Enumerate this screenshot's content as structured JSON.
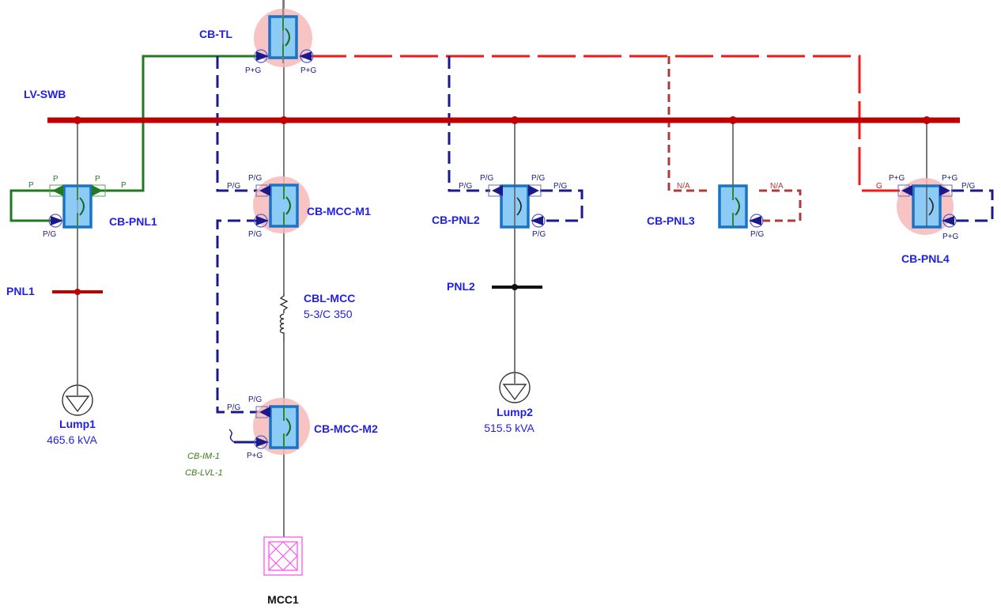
{
  "colors": {
    "bus": "#c00000",
    "wire": "#808080",
    "label": "#1f1fe6",
    "breaker_fill": "#8ccbf5",
    "breaker_border": "#1a73c4",
    "halo": "#f7b8b8",
    "interlock_green": "#217a21",
    "interlock_blue": "#1a1a8c",
    "interlock_red": "#f01818",
    "interlock_darkred": "#b03a3a",
    "mcc": "#ff55ee"
  },
  "buses": {
    "main": {
      "label": "LV-SWB"
    },
    "pnl1": {
      "label": "PNL1"
    },
    "pnl2": {
      "label": "PNL2"
    }
  },
  "breakers": {
    "cb_tl": {
      "label": "CB-TL",
      "tags": {
        "left": "P+G",
        "right": "P+G"
      }
    },
    "cb_pnl1": {
      "label": "CB-PNL1",
      "tags": {
        "top_left_outer": "P",
        "top_left": "P",
        "top_right": "P",
        "top_right_outer": "P",
        "bottom": "P/G"
      }
    },
    "cb_mcc_m1": {
      "label": "CB-MCC-M1",
      "tags": {
        "top_outer": "P/G",
        "top": "P/G",
        "bottom": "P/G"
      }
    },
    "cb_pnl2": {
      "label": "CB-PNL2",
      "tags": {
        "top_left_outer": "P/G",
        "top_left": "P/G",
        "top_right": "P/G",
        "top_right_outer": "P/G",
        "bottom": "P/G"
      }
    },
    "cb_pnl3": {
      "label": "CB-PNL3",
      "tags": {
        "left": "N/A",
        "right": "N/A",
        "bottom": "P/G"
      }
    },
    "cb_pnl4": {
      "label": "CB-PNL4",
      "tags": {
        "left_outer": "G",
        "top_left": "P+G",
        "top_right": "P+G",
        "top_right_outer": "P/G",
        "bottom": "P+G"
      }
    },
    "cb_mcc_m2": {
      "label": "CB-MCC-M2",
      "tags": {
        "top_outer": "P/G",
        "top": "P/G",
        "bottom": "P+G",
        "external_1": "CB-IM-1",
        "external_2": "CB-LVL-1"
      }
    }
  },
  "cable": {
    "label": "CBL-MCC",
    "spec": "5-3/C 350"
  },
  "loads": [
    {
      "label": "Lump1",
      "rating": "465.6 kVA"
    },
    {
      "label": "Lump2",
      "rating": "515.5 kVA"
    }
  ],
  "mcc": {
    "label": "MCC1"
  }
}
